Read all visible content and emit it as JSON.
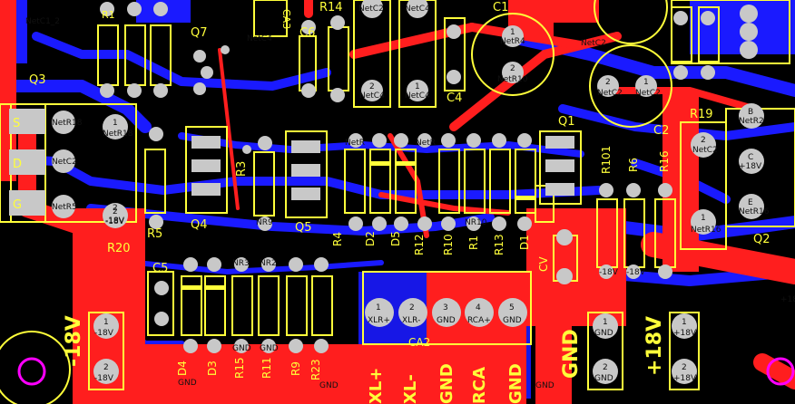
{
  "board": {
    "colors": {
      "background": "#000000",
      "top_copper": "#ff1e1e",
      "bottom_copper": "#1a1aff",
      "silkscreen": "#ffff3a",
      "pad": "#c8c8c8",
      "via": "#a0a0a0",
      "keepout": "#ff00ff"
    },
    "text_labels": [
      {
        "id": "r1-top",
        "text": "R1"
      },
      {
        "id": "q7",
        "text": "Q7"
      },
      {
        "id": "r14",
        "text": "R14"
      },
      {
        "id": "c6",
        "text": "C6"
      },
      {
        "id": "c1",
        "text": "C1"
      },
      {
        "id": "q3",
        "text": "Q3"
      },
      {
        "id": "q1",
        "text": "Q1"
      },
      {
        "id": "r19",
        "text": "R19"
      },
      {
        "id": "c2",
        "text": "C2"
      },
      {
        "id": "c4",
        "text": "C4"
      },
      {
        "id": "r3",
        "text": "R3"
      },
      {
        "id": "q4",
        "text": "Q4"
      },
      {
        "id": "q5",
        "text": "Q5"
      },
      {
        "id": "r5",
        "text": "R5"
      },
      {
        "id": "r20",
        "text": "R20"
      },
      {
        "id": "r4",
        "text": "R4"
      },
      {
        "id": "d2",
        "text": "D2"
      },
      {
        "id": "d5",
        "text": "D5"
      },
      {
        "id": "r12",
        "text": "R12"
      },
      {
        "id": "r10",
        "text": "R10"
      },
      {
        "id": "r1",
        "text": "R1"
      },
      {
        "id": "r13",
        "text": "R13"
      },
      {
        "id": "d1",
        "text": "D1"
      },
      {
        "id": "r101",
        "text": "R101"
      },
      {
        "id": "r6",
        "text": "R6"
      },
      {
        "id": "r16",
        "text": "R16"
      },
      {
        "id": "q2",
        "text": "Q2"
      },
      {
        "id": "cv",
        "text": "CV"
      },
      {
        "id": "c5",
        "text": "C5"
      },
      {
        "id": "d4",
        "text": "D4"
      },
      {
        "id": "d3",
        "text": "D3"
      },
      {
        "id": "r15",
        "text": "R15"
      },
      {
        "id": "r11",
        "text": "R11"
      },
      {
        "id": "r9",
        "text": "R9"
      },
      {
        "id": "r23",
        "text": "R23"
      },
      {
        "id": "ca2",
        "text": "CA2"
      },
      {
        "id": "ca3",
        "text": "CA3"
      }
    ],
    "power_labels": {
      "left": "-18V",
      "gnd": "GND",
      "right": "+18V"
    },
    "bottom_labels": [
      "XL+",
      "XL-",
      "GND",
      "RCA",
      "GND"
    ],
    "connector_pads": [
      {
        "num": "1",
        "net": "XLR+"
      },
      {
        "num": "2",
        "net": "XLR-"
      },
      {
        "num": "3",
        "net": "GND"
      },
      {
        "num": "4",
        "net": "RCA+"
      },
      {
        "num": "5",
        "net": "GND"
      }
    ],
    "left_power_pads": [
      {
        "num": "1",
        "net": "-18V"
      },
      {
        "num": "2",
        "net": "-18V"
      }
    ],
    "gnd_pads": [
      {
        "num": "1",
        "net": "GND"
      },
      {
        "num": "2",
        "net": "GND"
      }
    ],
    "right_power_pads": [
      {
        "num": "1",
        "net": "+18V"
      },
      {
        "num": "2",
        "net": "+18V"
      }
    ],
    "q3_pins": [
      {
        "pin": "S",
        "net": "NetR18"
      },
      {
        "pin": "D",
        "net": "NetC2"
      },
      {
        "pin": "G",
        "net": "NetR5"
      }
    ],
    "q2_pins": [
      {
        "pin": "B",
        "net": "NetR2"
      },
      {
        "pin": "C",
        "net": "+18V"
      },
      {
        "pin": "E",
        "net": "NetR16"
      }
    ],
    "misc_pads": [
      {
        "id": "c1-2",
        "num": "2",
        "net": "NetR10"
      },
      {
        "id": "c1-1",
        "num": "1",
        "net": "NetR4"
      },
      {
        "id": "c2-2",
        "num": "2",
        "net": "NetC2"
      },
      {
        "id": "c2-1",
        "num": "1",
        "net": "NetC2"
      },
      {
        "id": "r18-1",
        "num": "1",
        "net": "NetR18"
      },
      {
        "id": "r18-2",
        "num": "2",
        "net": "-18V"
      },
      {
        "id": "r19-2",
        "num": "2",
        "net": "NetC2"
      },
      {
        "id": "r19-1",
        "num": "1",
        "net": "NetR16"
      },
      {
        "id": "c4-2",
        "num": "2",
        "net": "NetC4"
      },
      {
        "id": "c4-1",
        "num": "1",
        "net": "NetC4"
      },
      {
        "id": "r20-2",
        "num": "2",
        "net": "-18V"
      }
    ],
    "net_fragments": [
      "NetC1_2",
      "NetC4",
      "NetC2",
      "NetC4",
      "NetR",
      "NetR",
      "NR9",
      "NR10",
      "NR3",
      "NR2",
      "NetC2",
      "GND",
      "GND",
      "GND",
      "GND",
      "GND",
      "-18V",
      "-18V",
      "+18"
    ]
  }
}
